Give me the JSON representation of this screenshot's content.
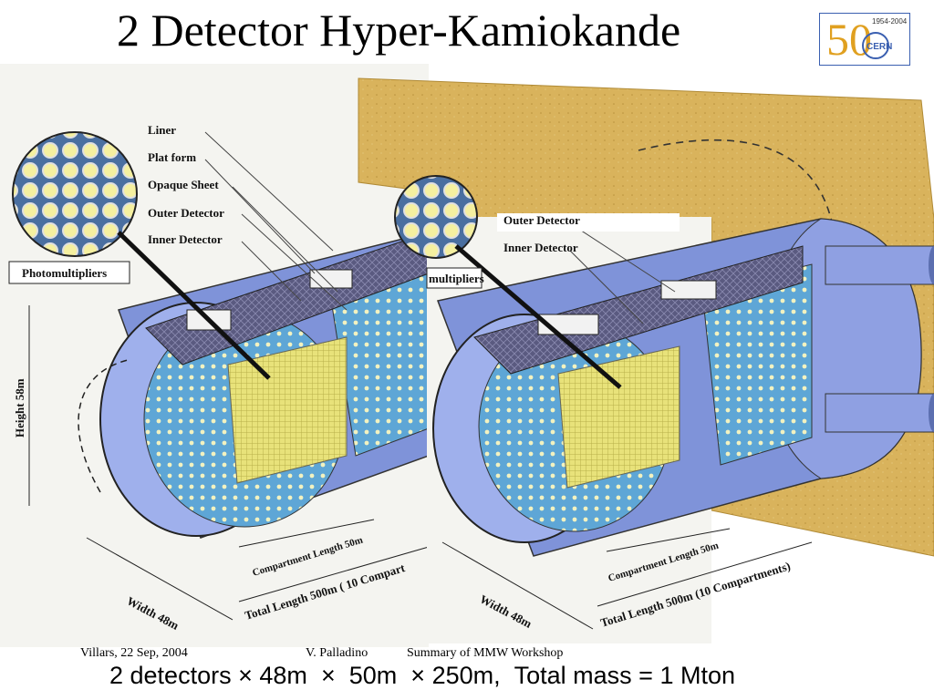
{
  "slide": {
    "title": "2 Detector Hyper-Kamiokande",
    "footer_left": "Villars, 22 Sep, 2004",
    "footer_mid": "V. Palladino",
    "footer_right": "Summary of MMW Workshop",
    "caption": {
      "part1": "2 detectors",
      "part2": "48m",
      "part3": "50m",
      "part4": "250m,",
      "part5": "Total mass = 1 Mton",
      "times": "×"
    }
  },
  "logo": {
    "years": "1954-2004",
    "text": "CERN",
    "number": "50"
  },
  "left_diagram": {
    "labels": [
      "Liner",
      "Plat form",
      "Opaque Sheet",
      "Outer Detector",
      "Inner Detector"
    ],
    "photomultipliers": "Photomultipliers",
    "height": "Height 58m",
    "width": "Width 48m",
    "compartment": "Compartment Length 50m",
    "total": "Total Length 500m ( 10 Compart"
  },
  "right_diagram": {
    "labels": [
      "Outer Detector",
      "Inner Detector"
    ],
    "photomultipliers": "multipliers",
    "width": "Width 48m",
    "compartment": "Compartment Length 50m",
    "total": "Total Length 500m (10 Compartments)"
  },
  "colors": {
    "rock": "#d9b35c",
    "tank_blue": "#7f93d9",
    "tank_light": "#aab6ee",
    "inner_yellow": "#e6e07a",
    "pmt_blue": "#6fb2df"
  }
}
